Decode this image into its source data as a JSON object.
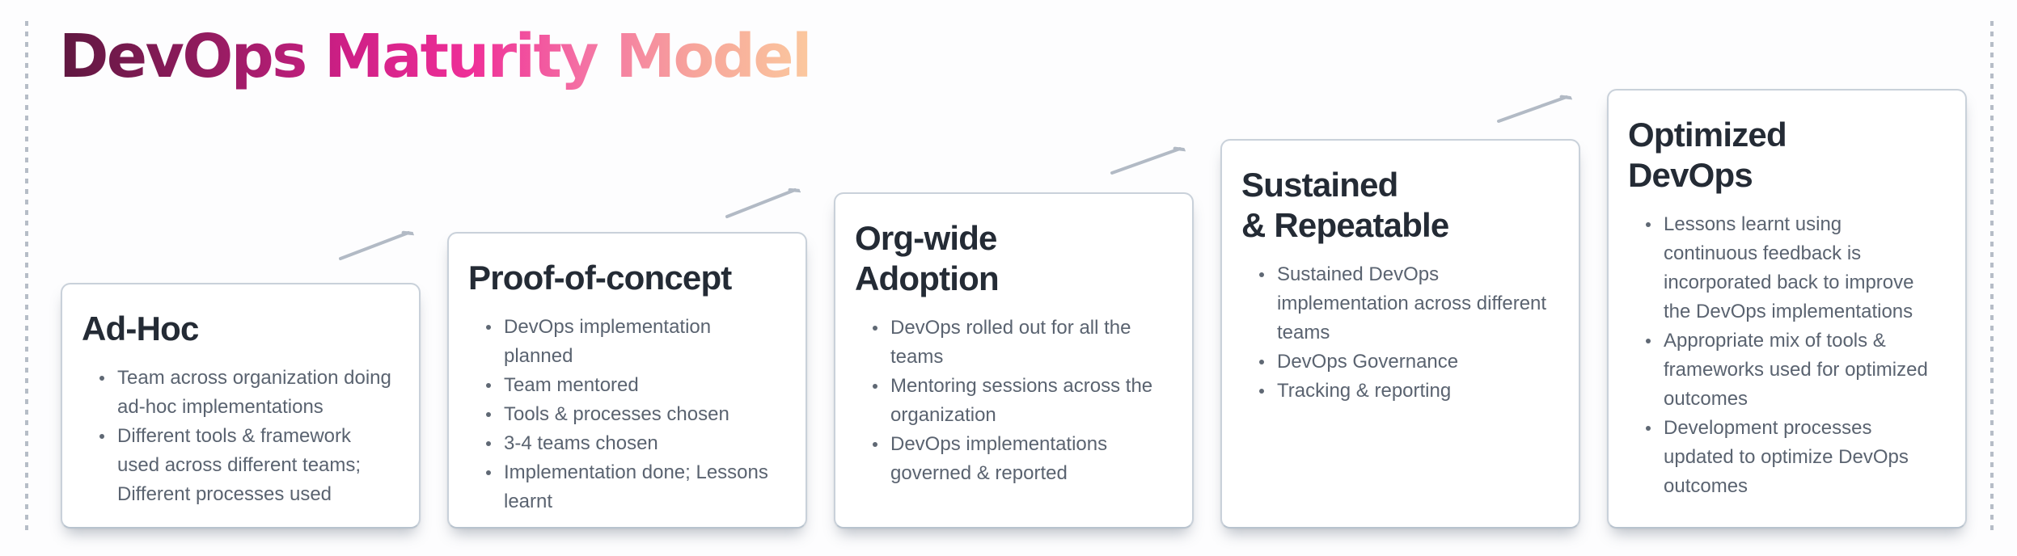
{
  "title": {
    "text": "DevOps Maturity Model"
  },
  "stages": [
    {
      "title": "Ad-Hoc",
      "bullets": [
        "Team across organization doing ad-hoc implementations",
        "Different tools & framework used across different teams; Different processes used"
      ]
    },
    {
      "title": "Proof-of-concept",
      "bullets": [
        "DevOps implementation planned",
        "Team mentored",
        "Tools & processes chosen",
        "3-4 teams chosen",
        "Implementation done; Lessons learnt"
      ]
    },
    {
      "title": "Org-wide\nAdoption",
      "bullets": [
        "DevOps rolled out for all the teams",
        "Mentoring sessions across the organization",
        "DevOps implementations governed & reported"
      ]
    },
    {
      "title": "Sustained\n& Repeatable",
      "bullets": [
        "Sustained DevOps implementation across different teams",
        "DevOps Governance",
        "Tracking & reporting"
      ]
    },
    {
      "title": "Optimized\nDevOps",
      "bullets": [
        "Lessons learnt using continuous feedback is incorporated back to improve the DevOps implementations",
        "Appropriate mix of tools & frameworks used for optimized outcomes",
        "Development processes updated to optimize DevOps outcomes"
      ]
    }
  ],
  "colors": {
    "title_gradient_start": "#5f1840",
    "title_gradient_mid": "#ce1f86",
    "title_gradient_end": "#fbc89e",
    "card_border": "#c9d1da",
    "card_background": "#ffffff",
    "heading_text": "#242b35",
    "body_text": "#5a6370",
    "arrow": "#b2bac5",
    "guide_dash": "#b6bdc7",
    "page_background": "#fdfdfe"
  }
}
